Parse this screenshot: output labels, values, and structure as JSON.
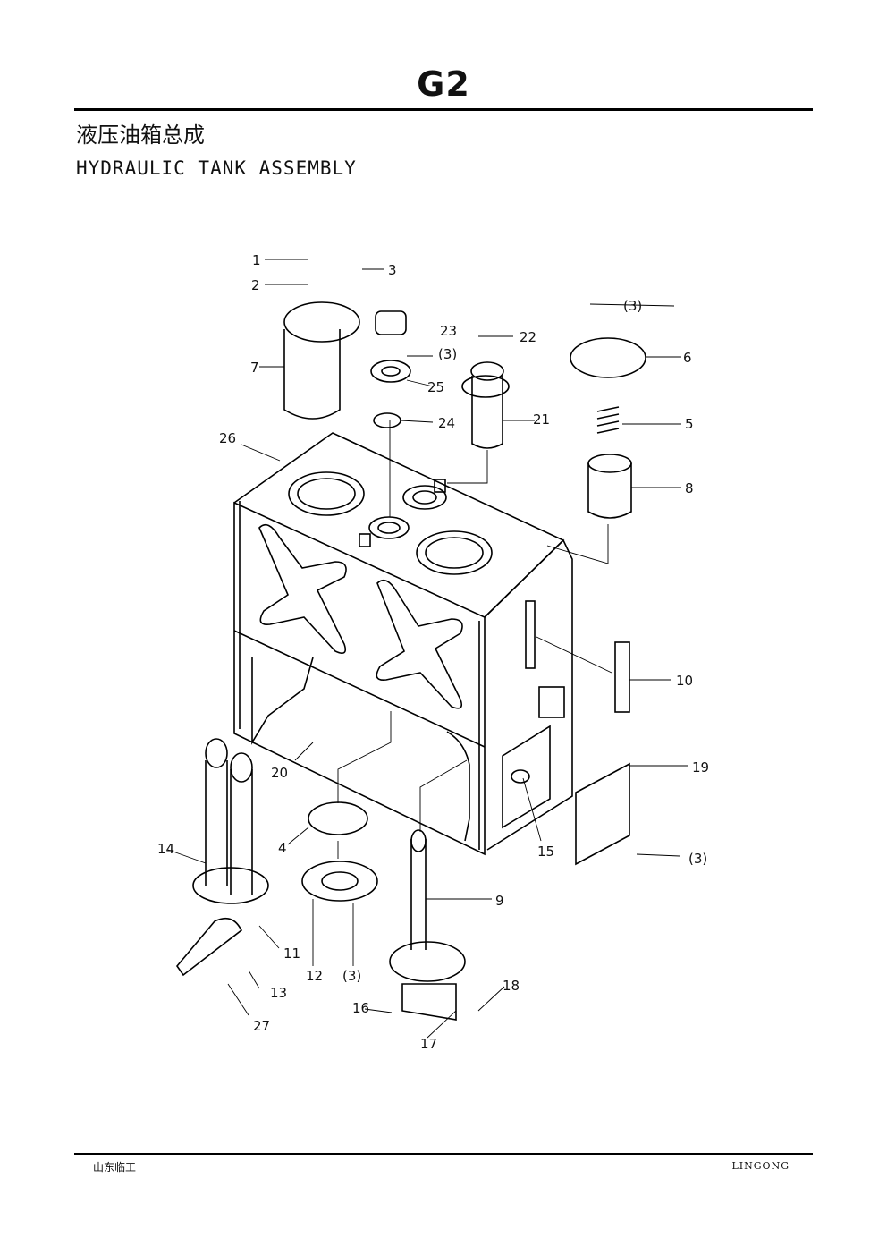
{
  "header": {
    "page_code": "G2",
    "title_cn": "液压油箱总成",
    "title_en": "HYDRAULIC TANK ASSEMBLY"
  },
  "callouts": {
    "c1": "1",
    "c2": "2",
    "c3": "3",
    "c3a": "(3)",
    "c3b": "(3)",
    "c3c": "(3)",
    "c3d": "(3)",
    "c4": "4",
    "c5": "5",
    "c6": "6",
    "c7": "7",
    "c8": "8",
    "c9": "9",
    "c10": "10",
    "c11": "11",
    "c12": "12",
    "c13": "13",
    "c14": "14",
    "c15": "15",
    "c16": "16",
    "c17": "17",
    "c18": "18",
    "c19": "19",
    "c20": "20",
    "c21": "21",
    "c22": "22",
    "c23": "23",
    "c24": "24",
    "c25": "25",
    "c26": "26",
    "c27": "27"
  },
  "footer": {
    "left": "山东临工",
    "right": "LINGONG"
  }
}
